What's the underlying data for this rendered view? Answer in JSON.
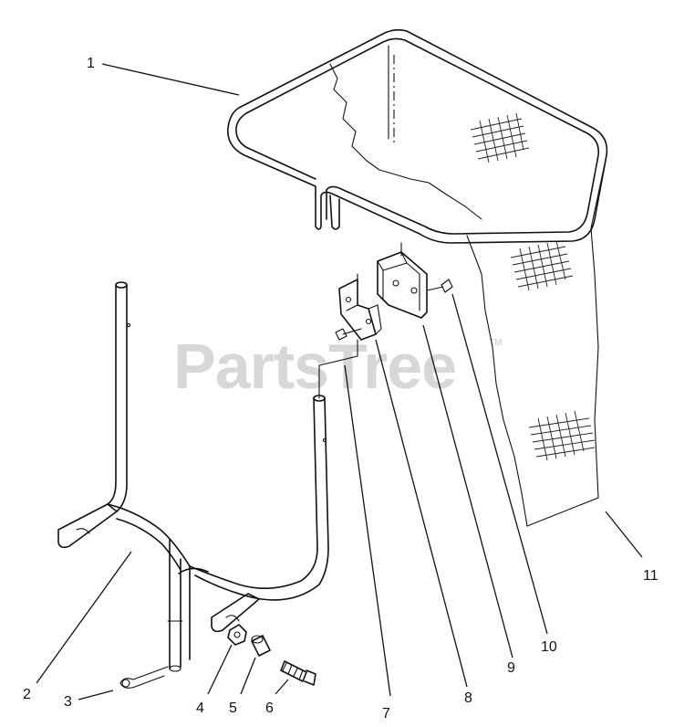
{
  "watermark": {
    "text": "PartsTree",
    "trademark": "TM"
  },
  "callouts": [
    "1",
    "2",
    "3",
    "4",
    "5",
    "6",
    "7",
    "8",
    "9",
    "10",
    "11"
  ]
}
